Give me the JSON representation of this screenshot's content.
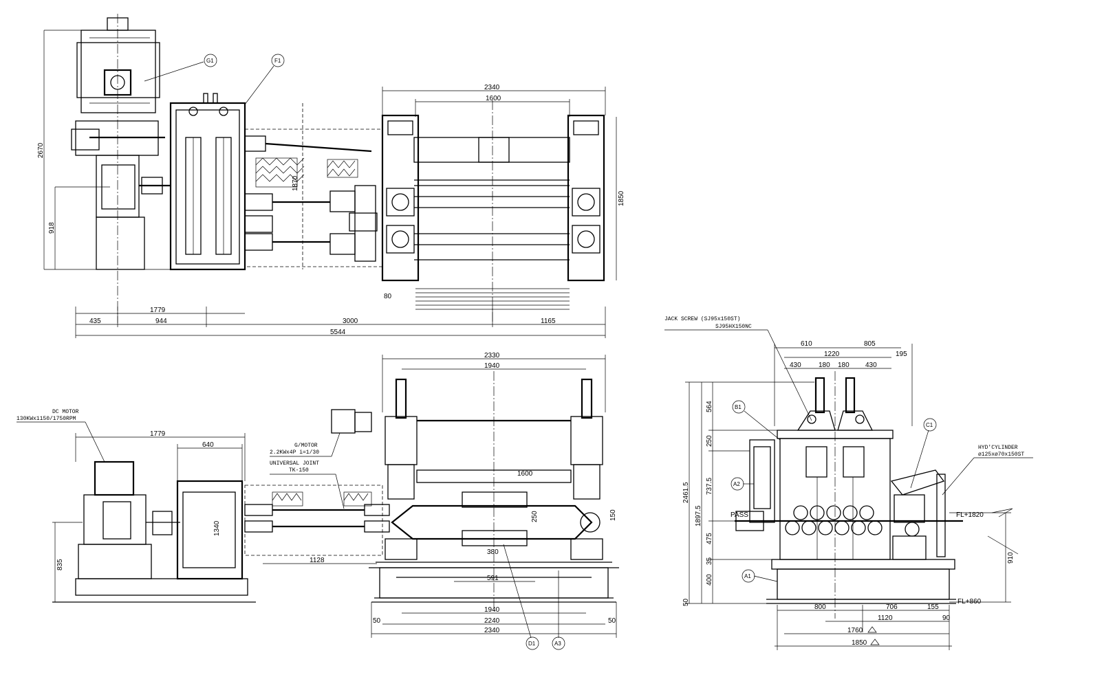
{
  "top_view": {
    "width_label": "2340",
    "inner_span_label": "1600",
    "height_label_left": "2670",
    "height_label_mid": "918",
    "height_label_right": "1850",
    "flange_label": "1870",
    "small_offset_label": "80",
    "upper_dim_label": "1779",
    "bottom_dims": [
      "435",
      "944",
      "3000",
      "1165"
    ],
    "overall_label": "5544",
    "callouts": [
      "G1",
      "F1"
    ]
  },
  "front_view": {
    "motor_note_line1": "DC MOTOR",
    "motor_note_line2": "130KWx1150/1750RPM",
    "width_left": "1779",
    "gearbox_width": "640",
    "gearbox_height": "1340",
    "height_label": "835",
    "gmotor_line1": "G/MOTOR",
    "gmotor_line2": "2.2KWx4P i=1/30",
    "joint_line1": "UNIVERSAL JOINT",
    "joint_line2": "TK-150",
    "top_width": "2330",
    "top_inner": "1940",
    "roll_span": "1600",
    "spindle_len": "1128",
    "roll_width": "380",
    "roll_pitch": "591",
    "right_height": "150",
    "vertical_dim": "250",
    "base_dims": [
      "1940",
      "2240",
      "2340"
    ],
    "side_gap": "50",
    "callouts": [
      "D1",
      "A3"
    ]
  },
  "side_view": {
    "jack_screw_line1": "JACK SCREW (SJ95x150ST)",
    "jack_screw_line2": "SJ95HX150NC",
    "top_dims": [
      "610",
      "805"
    ],
    "mid_dim": "1220",
    "right_small": "195",
    "row_dims": [
      "430",
      "180",
      "180",
      "430"
    ],
    "left_vertical": [
      "564",
      "250",
      "737.5",
      "475",
      "35",
      "400",
      "50"
    ],
    "height_total": "2461.5",
    "height_sub": "1897.5",
    "pass_label": "PASS",
    "hyd_line1": "HYD'CYLINDER",
    "hyd_line2": "ø125xø70x150ST",
    "fl_top": "FL+1820",
    "fl_bottom": "FL+860",
    "right_vertical": "910",
    "bottom_dims": [
      "800",
      "706",
      "155"
    ],
    "bottom_mid": "1120",
    "bottom_small": "90",
    "width_1": "1760",
    "width_2": "1850",
    "callouts": [
      "B1",
      "A2",
      "C1",
      "A1"
    ]
  }
}
